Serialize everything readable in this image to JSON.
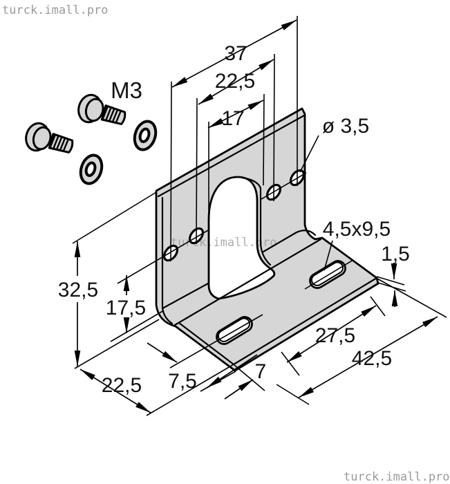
{
  "watermarks": {
    "top_left": "turck.imall.pro",
    "center": "turck.imall.pro",
    "bottom_right": "turck.imall.pro"
  },
  "labels": {
    "screw_size": "M3"
  },
  "dimensions": {
    "overall_width": "37",
    "hole_spacing": "22,5",
    "cutout_width": "17",
    "hole_diameter": "ø 3,5",
    "slot_size": "4,5x9,5",
    "material_thickness": "1,5",
    "height": "32,5",
    "hole_row_height": "17,5",
    "slot_spacing": "27,5",
    "base_length": "42,5",
    "base_depth": "22,5",
    "slot_offset_left": "7,5",
    "slot_offset_front": "7"
  },
  "colors": {
    "metal_fill": "#d6d6d6",
    "outline": "#000000",
    "watermark": "#9a9a9a",
    "background": "#ffffff"
  }
}
